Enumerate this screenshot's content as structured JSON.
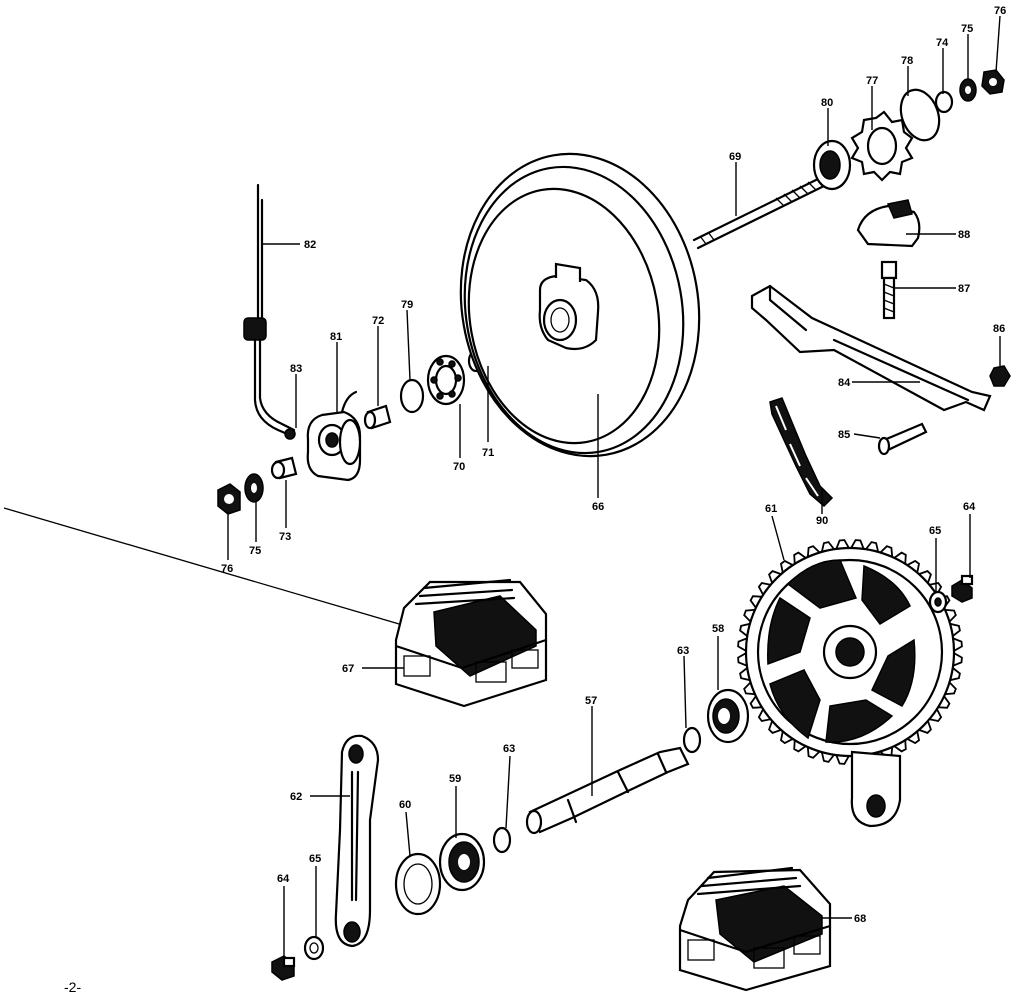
{
  "labels": {
    "l82a": "82",
    "l83a": "83",
    "l81a": "81",
    "l72": "72",
    "l79": "79",
    "l70a": "70",
    "l71": "71",
    "l66a": "66",
    "l69": "69",
    "l80": "80",
    "l77": "77",
    "l78": "78",
    "l74": "74",
    "l75a": "75",
    "l76a": "76",
    "l88": "88",
    "l87a": "87",
    "l86": "86",
    "l84a": "84",
    "l85a": "85",
    "l90": "90",
    "l76b": "76",
    "l75b": "75",
    "l73": "73",
    "l67": "67",
    "l61b": "61",
    "l65a": "65",
    "l64a": "64",
    "l63a": "63",
    "l58": "58",
    "l57": "57",
    "l63b": "63",
    "l59": "59",
    "l60": "60",
    "l62": "62",
    "l64b": "64",
    "l65b": "65",
    "l68": "68"
  },
  "page_number": "-2-"
}
